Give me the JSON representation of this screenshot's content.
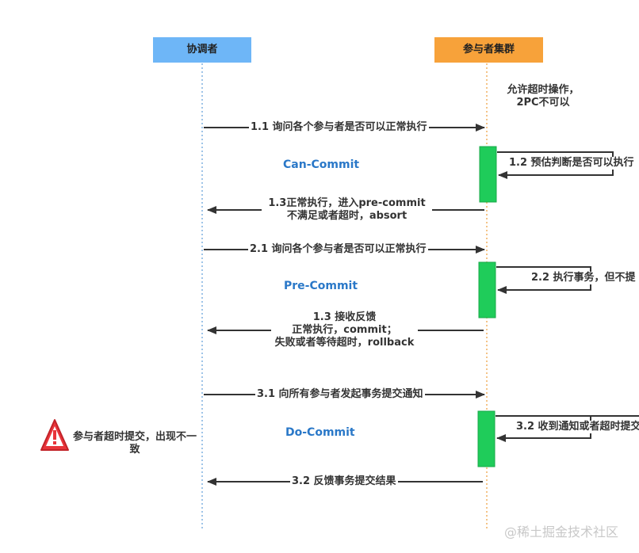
{
  "lanes": {
    "coordinator": {
      "label": "协调者",
      "color": "#6eb6f7"
    },
    "participants": {
      "label": "参与者集群",
      "color": "#f7a23a"
    }
  },
  "notes": {
    "participant_note": "允许超时操作，\n2PC不可以",
    "warning_note": "参与者超时提交，出现不一致"
  },
  "phases": {
    "can_commit": "Can-Commit",
    "pre_commit": "Pre-Commit",
    "do_commit": "Do-Commit"
  },
  "messages": {
    "m1_1": "1.1 询问各个参与者是否可以正常执行",
    "m1_2": "1.2 预估判断是否可以执行",
    "m1_3": "1.3正常执行，进入pre-commit\n不满足或者超时，absort",
    "m2_1": "2.1 询问各个参与者是否可以正常执行",
    "m2_2": "2.2 执行事务，但不提",
    "m2_3": "1.3 接收反馈\n正常执行，commit；\n失败或者等待超时，rollback",
    "m3_1": "3.1 向所有参与者发起事务提交通知",
    "m3_2": "3.2 收到通知或者超时提交",
    "m3_3": "3.2 反馈事务提交结果"
  },
  "colors": {
    "activation": "#1fcc5a",
    "phase_text": "#2a78c8",
    "warning": "#e8343a"
  },
  "icons": {
    "warning": "warning-triangle-icon"
  },
  "watermark": "@稀土掘金技术社区"
}
